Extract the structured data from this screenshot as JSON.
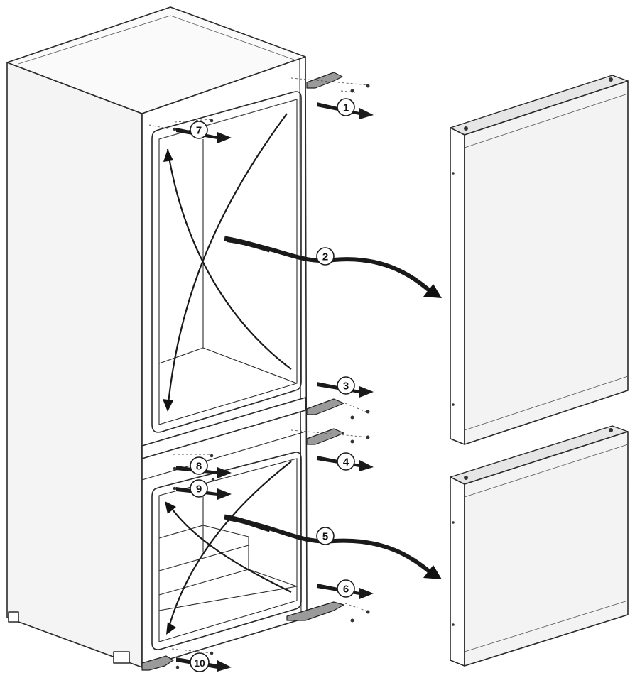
{
  "steps": [
    {
      "id": "1",
      "label": "1"
    },
    {
      "id": "2",
      "label": "2"
    },
    {
      "id": "3",
      "label": "3"
    },
    {
      "id": "4",
      "label": "4"
    },
    {
      "id": "5",
      "label": "5"
    },
    {
      "id": "6",
      "label": "6"
    },
    {
      "id": "7",
      "label": "7"
    },
    {
      "id": "8",
      "label": "8"
    },
    {
      "id": "9",
      "label": "9"
    },
    {
      "id": "10",
      "label": "10"
    }
  ],
  "icons": [
    "hinge-icon",
    "screw-icon",
    "removal-arrow-icon",
    "diagonal-arrow-icon"
  ],
  "colors": {
    "line": "#2a2a2a",
    "arrow": "#111111",
    "background": "#ffffff"
  }
}
